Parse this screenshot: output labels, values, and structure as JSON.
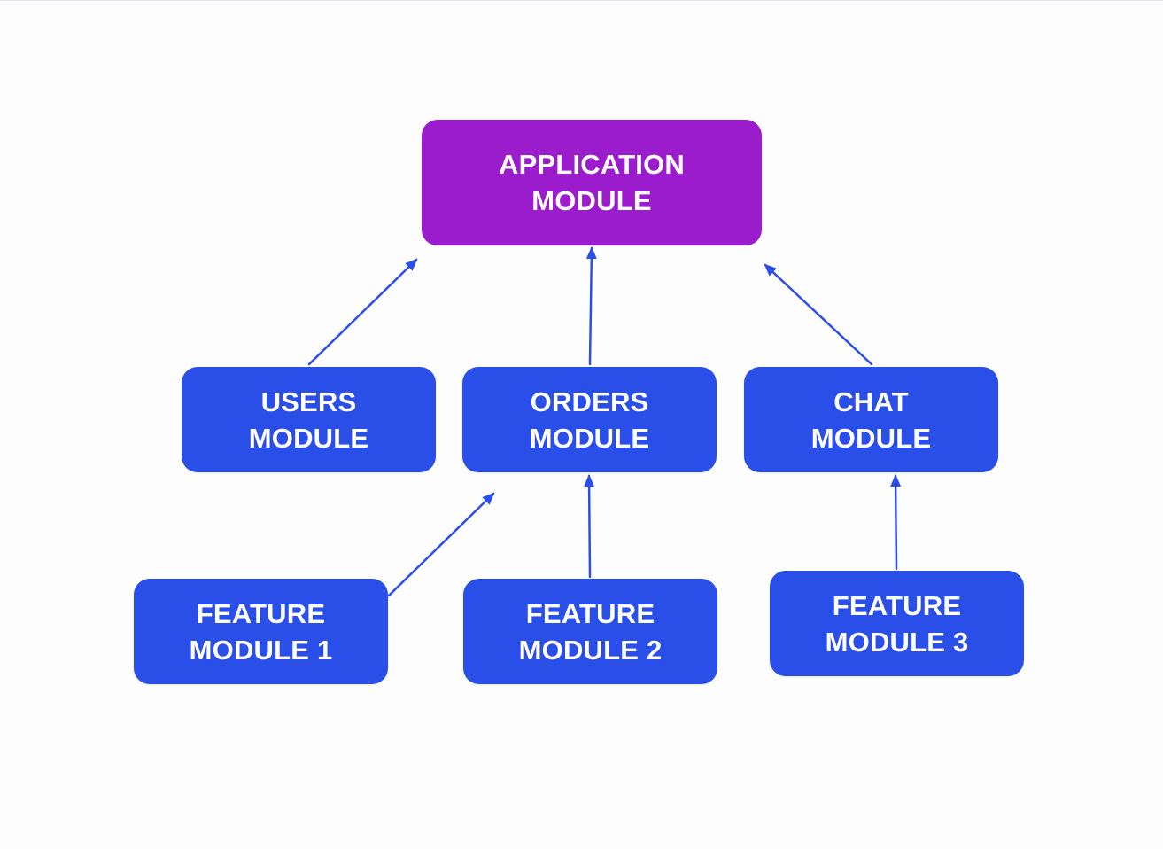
{
  "colors": {
    "application": "#9b1ccd",
    "module": "#2a4ee8",
    "arrow": "#2a4ee8",
    "text": "#ffffff",
    "background": "#fdfdfd"
  },
  "nodes": {
    "application": {
      "line1": "APPLICATION",
      "line2": "MODULE"
    },
    "users": {
      "line1": "USERS",
      "line2": "MODULE"
    },
    "orders": {
      "line1": "ORDERS",
      "line2": "MODULE"
    },
    "chat": {
      "line1": "CHAT",
      "line2": "MODULE"
    },
    "feature1": {
      "line1": "FEATURE",
      "line2": "MODULE 1"
    },
    "feature2": {
      "line1": "FEATURE",
      "line2": "MODULE 2"
    },
    "feature3": {
      "line1": "FEATURE",
      "line2": "MODULE 3"
    }
  },
  "edges": [
    {
      "from": "users",
      "to": "application"
    },
    {
      "from": "orders",
      "to": "application"
    },
    {
      "from": "chat",
      "to": "application"
    },
    {
      "from": "feature1",
      "to": "orders"
    },
    {
      "from": "feature2",
      "to": "orders"
    },
    {
      "from": "feature3",
      "to": "chat"
    }
  ]
}
